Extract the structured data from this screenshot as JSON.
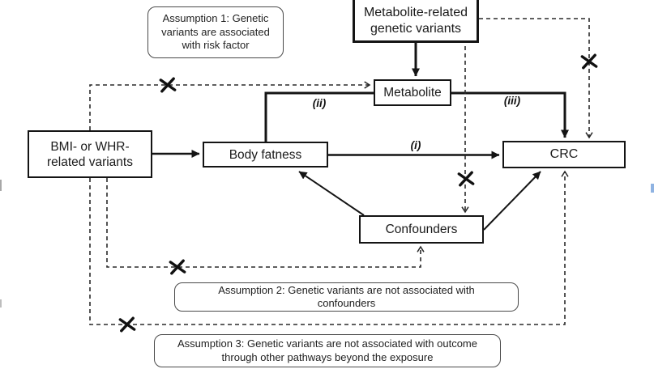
{
  "diagram_title": "Mendelian randomization assumptions diagram",
  "nodes": {
    "metabolite_variants": {
      "lines": [
        "Metabolite-related",
        "genetic variants"
      ]
    },
    "bmi_variants": {
      "lines": [
        "BMI- or WHR-",
        "related variants"
      ]
    },
    "metabolite": {
      "label": "Metabolite"
    },
    "body_fatness": {
      "label": "Body fatness"
    },
    "crc": {
      "label": "CRC"
    },
    "confounders": {
      "label": "Confounders"
    }
  },
  "assumptions": {
    "a1": {
      "lines": [
        "Assumption 1: Genetic",
        "variants are associated",
        "with risk factor"
      ]
    },
    "a2": {
      "lines": [
        "Assumption 2: Genetic variants are not associated with",
        "confounders"
      ]
    },
    "a3": {
      "lines": [
        "Assumption 3: Genetic variants are not associated with outcome",
        "through other pathways beyond the exposure"
      ]
    }
  },
  "path_labels": {
    "i": "(i)",
    "ii": "(ii)",
    "iii": "(iii)"
  },
  "edges": [
    {
      "from": "BMI- or WHR-related variants",
      "to": "Body fatness",
      "style": "solid",
      "crossed": false
    },
    {
      "from": "Body fatness",
      "to": "CRC",
      "style": "solid",
      "label": "(i)",
      "crossed": false
    },
    {
      "from": "Body fatness",
      "to": "Metabolite",
      "style": "solid",
      "label": "(ii)",
      "crossed": false
    },
    {
      "from": "Metabolite",
      "to": "CRC",
      "style": "solid",
      "label": "(iii)",
      "crossed": false
    },
    {
      "from": "Metabolite-related genetic variants",
      "to": "Metabolite",
      "style": "solid",
      "crossed": false
    },
    {
      "from": "Confounders",
      "to": "Body fatness",
      "style": "solid",
      "crossed": false
    },
    {
      "from": "Confounders",
      "to": "CRC",
      "style": "solid",
      "crossed": false
    },
    {
      "from": "BMI- or WHR-related variants",
      "to": "Metabolite",
      "style": "dashed",
      "crossed": true
    },
    {
      "from": "Metabolite-related genetic variants",
      "to": "CRC",
      "style": "dashed",
      "crossed": true
    },
    {
      "from": "Metabolite-related genetic variants",
      "to": "Confounders",
      "style": "dashed",
      "crossed": true
    },
    {
      "from": "BMI- or WHR-related variants",
      "to": "Confounders",
      "style": "dashed",
      "crossed": true
    },
    {
      "from": "BMI- or WHR-related variants",
      "to": "CRC",
      "style": "dashed",
      "crossed": true
    }
  ],
  "colors": {
    "background": "#ffffff",
    "line": "#1a1a1a",
    "node_border": "#141414",
    "assumption_border": "#4a4a4a",
    "edge_artifact_blue": "#8fb3e2",
    "edge_artifact_gray": "#a8a8a8"
  }
}
